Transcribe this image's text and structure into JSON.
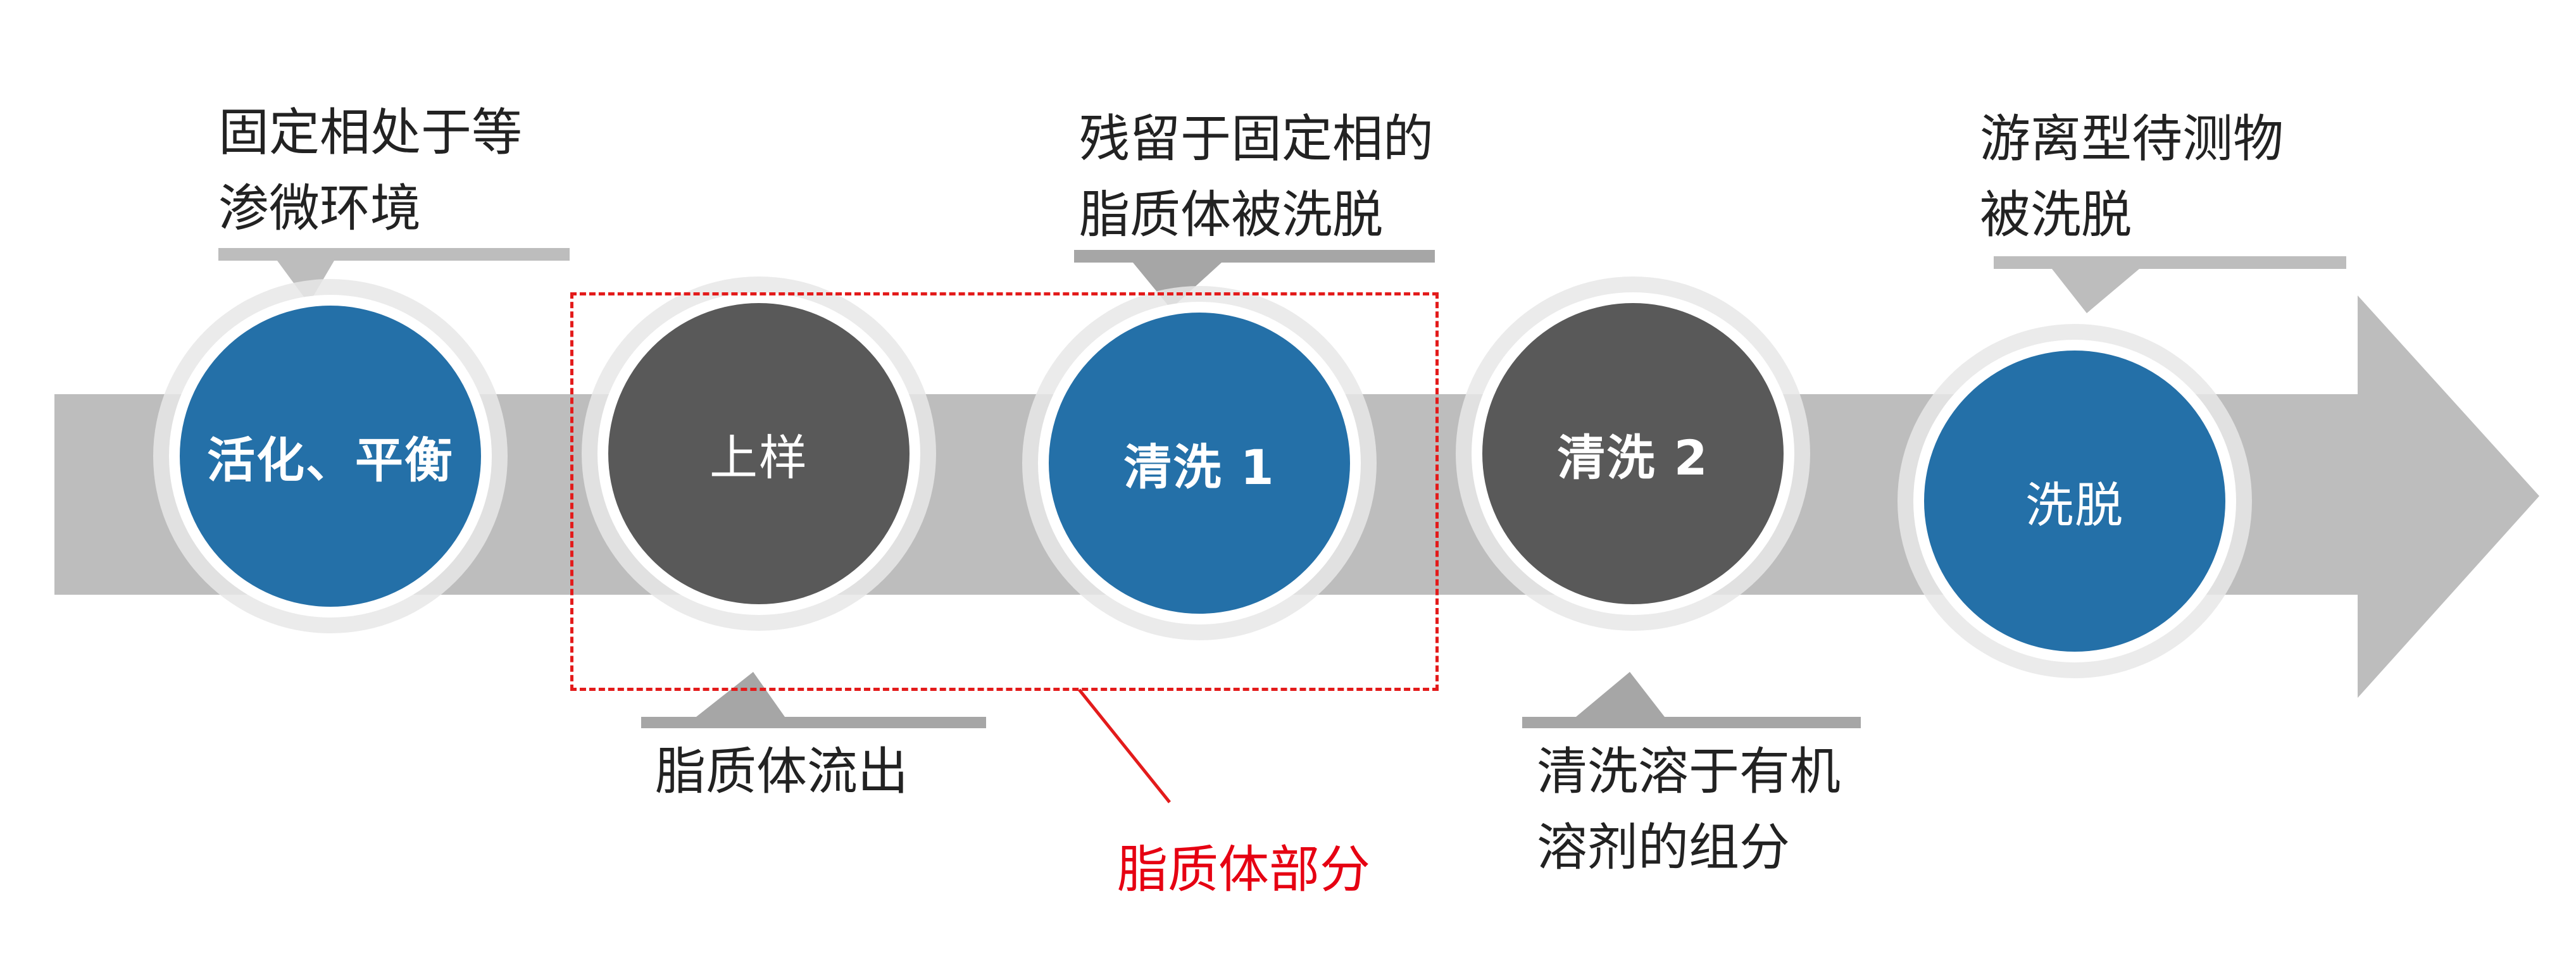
{
  "colors": {
    "arrow": "#bdbdbd",
    "halo": "#e8e8e8",
    "blue_step": "#2470a8",
    "dark_step": "#595959",
    "callout_bar_light": "#bdbdbd",
    "callout_bar_dark": "#a6a6a6",
    "highlight_red": "#e60012"
  },
  "steps": [
    {
      "label": "活化、平衡",
      "color": "blue"
    },
    {
      "label": "上样",
      "color": "dark"
    },
    {
      "label": "清洗 1",
      "color": "blue"
    },
    {
      "label": "清洗 2",
      "color": "dark"
    },
    {
      "label": "洗脱",
      "color": "blue"
    }
  ],
  "callouts": {
    "top": [
      {
        "line1": "固定相处于等",
        "line2": "渗微环境",
        "step": "活化、平衡"
      },
      {
        "line1": "残留于固定相的",
        "line2": "脂质体被洗脱",
        "step": "清洗 1"
      },
      {
        "line1": "游离型待测物",
        "line2": "被洗脱",
        "step": "洗脱"
      }
    ],
    "bottom": [
      {
        "line1": "脂质体流出",
        "step": "上样"
      },
      {
        "line1": "清洗溶于有机",
        "line2": "溶剂的组分",
        "step": "清洗 2"
      }
    ]
  },
  "highlight": {
    "label": "脂质体部分",
    "covers": [
      "上样",
      "清洗 1"
    ]
  }
}
